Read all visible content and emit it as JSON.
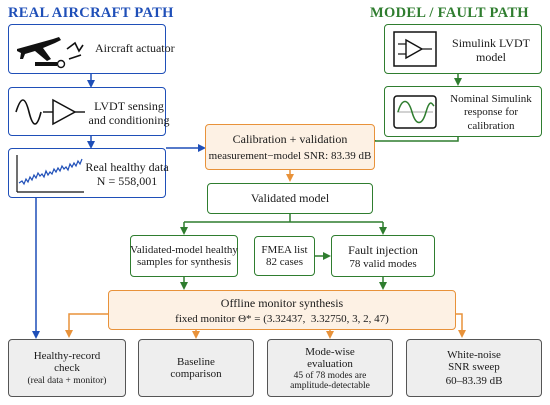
{
  "headers": {
    "left": "REAL AIRCRAFT PATH",
    "right": "MODEL / FAULT PATH",
    "left_color": "#1f4fb8",
    "right_color": "#2f7d2f"
  },
  "nodes": {
    "actuator": {
      "label": "Aircraft actuator",
      "icon": "airplane-actuator-icon"
    },
    "lvdt_sensing": {
      "line1": "LVDT sensing",
      "line2": "and conditioning",
      "icon": "sine-amplifier-icon"
    },
    "real_data": {
      "line1": "Real healthy data",
      "line2": "N = 558,001",
      "icon": "noisy-signal-icon"
    },
    "simulink_model": {
      "line1": "Simulink LVDT",
      "line2": "model",
      "icon": "amplifier-block-icon"
    },
    "nominal": {
      "line1": "Nominal Simulink",
      "line2": "response for",
      "line3": "calibration",
      "icon": "sine-wave-icon"
    },
    "calibration": {
      "title": "Calibration + validation",
      "detail": "measurement−model SNR: 83.39 dB"
    },
    "validated": {
      "label": "Validated model"
    },
    "healthy_samples": {
      "line1": "Validated-model healthy",
      "line2": "samples for synthesis"
    },
    "fmea": {
      "line1": "FMEA list",
      "line2": "82 cases"
    },
    "fault_injection": {
      "line1": "Fault injection",
      "line2": "78 valid modes"
    },
    "offline": {
      "title": "Offline monitor synthesis",
      "detail": "fixed monitor Θ* = (3.32437,  3.32750, 3, 2, 47)"
    },
    "healthy_check": {
      "line1": "Healthy-record",
      "line2": "check",
      "line3": "(real data + monitor)"
    },
    "baseline": {
      "line1": "Baseline",
      "line2": "comparison"
    },
    "modewise": {
      "line1": "Mode-wise",
      "line2": "evaluation",
      "line3": "45 of 78 modes are",
      "line4": "amplitude-detectable"
    },
    "snr_sweep": {
      "line1": "White-noise",
      "line2": "SNR sweep",
      "line3": "60–83.39 dB"
    }
  },
  "colors": {
    "blue": "#1f4fb8",
    "green": "#2f7d2f",
    "orange": "#e8923a",
    "orange_fill": "#fdf1e4",
    "gray_fill": "#eeeeee"
  }
}
